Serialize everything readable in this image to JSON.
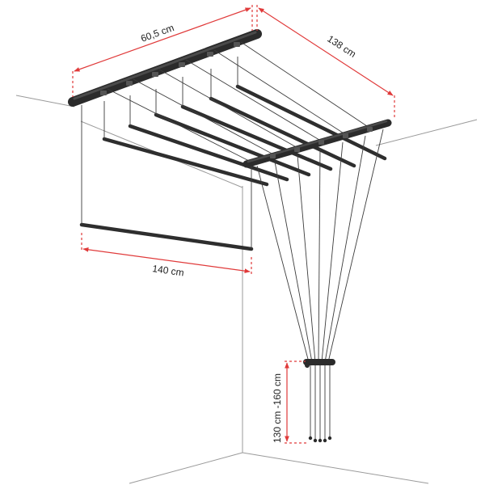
{
  "dimensions": {
    "width_label": "60,5 cm",
    "depth_label": "138 cm",
    "bar_length_label": "140 cm",
    "height_label": "130 cm -160 cm"
  },
  "colors": {
    "dimension_line": "#e03a3a",
    "frame": "#2b2b2b",
    "wall_line": "#9a9a9a"
  }
}
